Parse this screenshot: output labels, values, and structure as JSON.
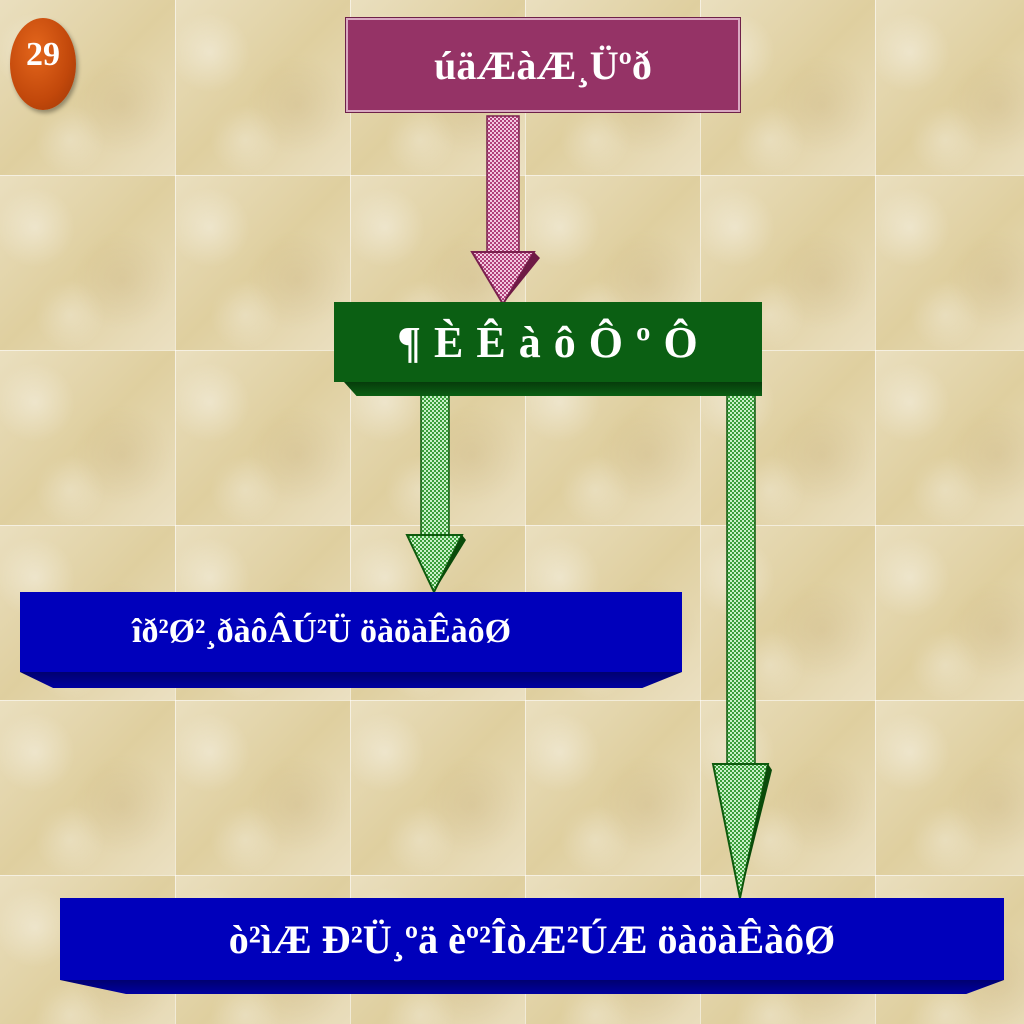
{
  "slide": {
    "number": "29",
    "top_box": "úäÆàÆ¸Üºð",
    "middle_box": "¶ È Ê à ô Ô º Ô",
    "left_box": "îð²Ø²¸ðàôÂÚ²Ü öàöàÊàôØ",
    "bottom_box": "ò²ìÆ Ð²Ü¸ºä èº²ÎòÆ²ÚÆ öàöàÊàôØ"
  },
  "colors": {
    "top_box": "#953366",
    "middle_box": "#0b5f13",
    "blue_boxes": "#0000bb",
    "badge": "#c2480b"
  }
}
